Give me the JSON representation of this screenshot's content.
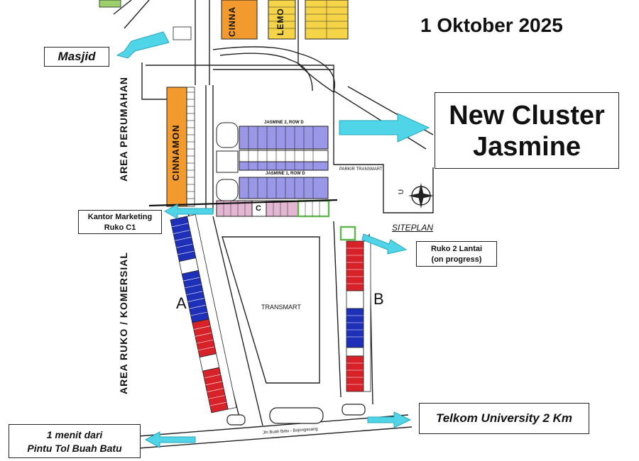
{
  "date": "1 Oktober 2025",
  "cluster": {
    "line1": "New Cluster",
    "line2": "Jasmine"
  },
  "callouts": {
    "masjid": "Masjid",
    "kantor_line1": "Kantor Marketing",
    "kantor_line2": "Ruko C1",
    "ruko2_line1": "Ruko 2 Lantai",
    "ruko2_line2": "(on progress)",
    "tol_line1": "1 menit dari",
    "tol_line2": "Pintu Tol Buah Batu",
    "telkom": "Telkom University 2 Km"
  },
  "areas": {
    "perumahan": "AREA PERUMAHAN",
    "ruko": "AREA RUKO / KOMERSIAL"
  },
  "map_labels": {
    "siteplan": "SITEPLAN",
    "transmart": "TRANSMART",
    "parkir": "PARKIR TRANSMART",
    "block_a": "A",
    "block_b": "B",
    "block_c": "C",
    "cinnamon": "CINNAMON",
    "cinnamon_top": "CINNA",
    "lemon": "LEMO",
    "jasmine_row2": "JASMINE 2, ROW D",
    "jasmine_row1": "JASMINE 1, ROW D",
    "road": "Jln Buah Batu - Bojongsoang",
    "compass_u": "U"
  },
  "colors": {
    "orange": "#F29A2E",
    "yellow": "#F5D547",
    "lavender": "#9A97E8",
    "pink": "#E3B6D1",
    "red": "#D8222A",
    "blue": "#1E2FB8",
    "cyan_arrow": "#4FD4E8",
    "green_box": "#5DB84A"
  }
}
